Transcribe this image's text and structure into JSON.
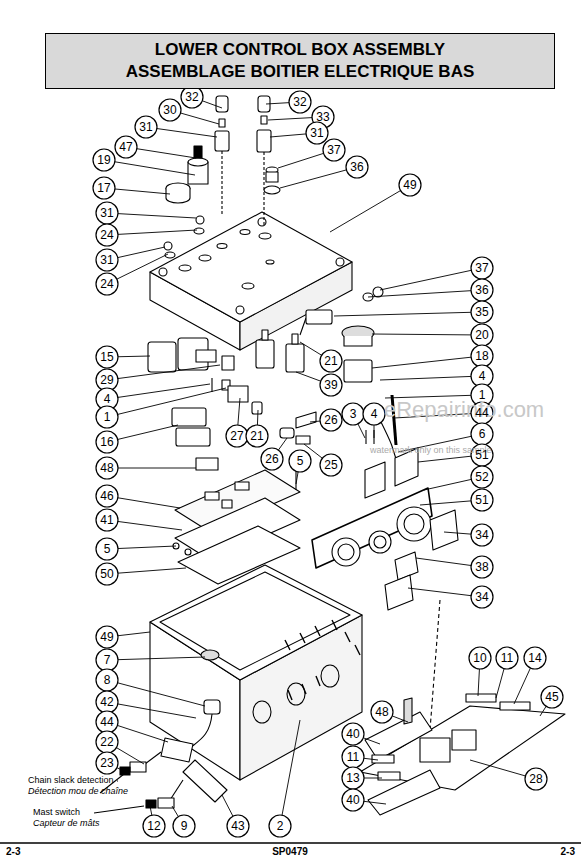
{
  "diagram": {
    "nodes": [
      {
        "text": [
          "LOWER CONTROL BOX ASSEMBLY",
          "ASSEMBLAGE BOITIER ELECTRIQUE BAS"
        ]
      }
    ],
    "labels": [
      "32",
      "32",
      "30",
      "33",
      "31",
      "31",
      "47",
      "37",
      "19",
      "36",
      "49",
      "17",
      "31",
      "24",
      "31",
      "24",
      "37",
      "36",
      "35",
      "20",
      "18",
      "15",
      "29",
      "4",
      "1",
      "21",
      "39",
      "4",
      "1",
      "44",
      "3",
      "4",
      "26",
      "16",
      "27",
      "21",
      "26",
      "25",
      "6",
      "51",
      "5",
      "52",
      "51",
      "48",
      "46",
      "41",
      "34",
      "5",
      "50",
      "38",
      "34",
      "49",
      "7",
      "8",
      "42",
      "44",
      "22",
      "23",
      "10",
      "11",
      "14",
      "45",
      "48",
      "40",
      "11",
      "13",
      "40",
      "28",
      "12",
      "9",
      "43",
      "2",
      "Chain slack detection",
      "Détection mou de chaîne",
      "Mast switch",
      "Capteur de mâts",
      "2-3",
      "SP0479",
      "2-3",
      "eRepairinfo.com",
      "watermark only on this sample"
    ]
  }
}
